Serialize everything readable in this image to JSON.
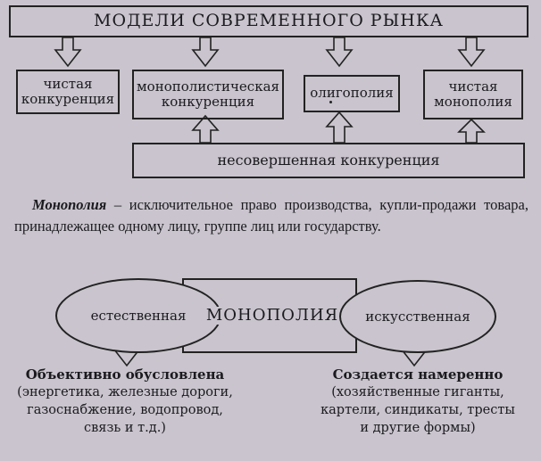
{
  "title": "МОДЕЛИ СОВРЕМЕННОГО РЫНКА",
  "models": {
    "pure_competition": "чистая\nконкуренция",
    "monopolistic_competition": "монополистическая\nконкуренция",
    "oligopoly": "олигополия",
    "pure_monopoly": "чистая\nмонополия"
  },
  "imperfect_competition": "несовершенная конкуренция",
  "definition": {
    "term": "Монополия",
    "text": " – исключительное право производства, купли-продажи товара, принадлежащее одному лицу, группе лиц или государству."
  },
  "monopoly": {
    "center": "МОНОПОЛИЯ",
    "natural": "естественная",
    "artificial": "искусственная"
  },
  "natural_desc": {
    "heading": "Объективно обусловлена",
    "text": "(энергетика, железные дороги,\nгазоснабжение, водопровод,\nсвязь и т.д.)"
  },
  "artificial_desc": {
    "heading": "Создается намеренно",
    "text": "(хозяйственные гиганты,\nкартели, синдикаты, тресты\nи другие формы)"
  }
}
